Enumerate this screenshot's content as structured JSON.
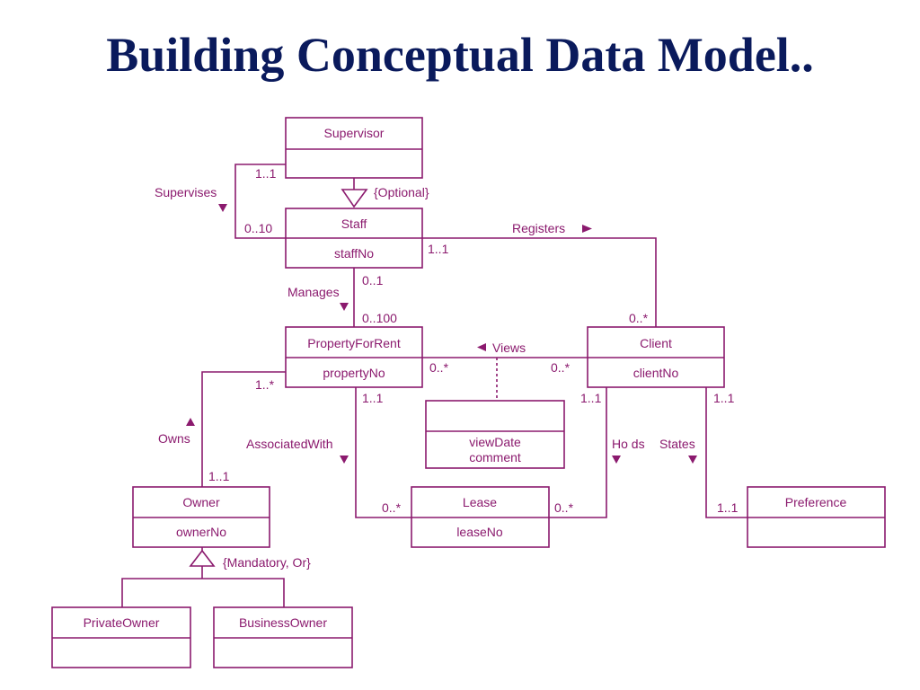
{
  "title": "Building Conceptual Data Model..",
  "colors": {
    "title": "#0a1a5c",
    "diagram": "#8b1a6e"
  },
  "entities": {
    "supervisor": {
      "name": "Supervisor",
      "attr": ""
    },
    "staff": {
      "name": "Staff",
      "attr": "staffNo"
    },
    "property": {
      "name": "PropertyForRent",
      "attr": "propertyNo"
    },
    "client": {
      "name": "Client",
      "attr": "clientNo"
    },
    "views_assoc": {
      "name": "",
      "attr1": "viewDate",
      "attr2": "comment"
    },
    "owner": {
      "name": "Owner",
      "attr": "ownerNo"
    },
    "lease": {
      "name": "Lease",
      "attr": "leaseNo"
    },
    "preference": {
      "name": "Preference",
      "attr": ""
    },
    "private_owner": {
      "name": "PrivateOwner",
      "attr": ""
    },
    "business_owner": {
      "name": "BusinessOwner",
      "attr": ""
    }
  },
  "relationships": {
    "supervises": {
      "label": "Supervises",
      "mult_top": "1..1",
      "mult_bottom": "0..10"
    },
    "optional": {
      "label": "{Optional}"
    },
    "registers": {
      "label": "Registers",
      "mult_staff": "1..1",
      "mult_client": "0..*"
    },
    "manages": {
      "label": "Manages",
      "mult_staff": "0..1",
      "mult_property": "0..100"
    },
    "views": {
      "label": "Views",
      "mult_property": "0..*",
      "mult_client": "0..*"
    },
    "owns": {
      "label": "Owns",
      "mult_property": "1..*",
      "mult_owner": "1..1"
    },
    "associated_with": {
      "label": "AssociatedWith",
      "mult_property": "1..1",
      "mult_lease": "0..*"
    },
    "holds": {
      "label": "Ho ds",
      "mult_client": "1..1",
      "mult_lease": "0..*"
    },
    "states": {
      "label": "States",
      "mult_client": "1..1",
      "mult_preference": "1..1"
    },
    "mandatory_or": {
      "label": "{Mandatory, Or}"
    }
  }
}
